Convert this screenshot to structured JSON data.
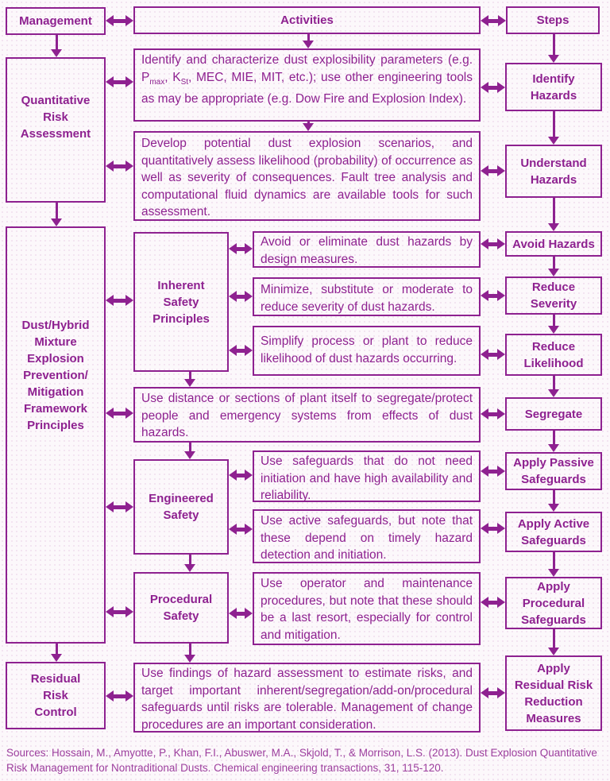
{
  "colors": {
    "purple": "#8e2190",
    "footer": "#9d3f9e",
    "bg": "#fcf8fb",
    "dot": "#f0ddee"
  },
  "top": {
    "management": "Management",
    "activities": "Activities",
    "steps": "Steps"
  },
  "left_column": {
    "qra": "Quantitative\nRisk\nAssessment",
    "framework": "Dust/Hybrid\nMixture\nExplosion\nPrevention/\nMitigation\nFramework\nPrinciples",
    "residual": "Residual\nRisk\nControl"
  },
  "categories": {
    "inherent": "Inherent\nSafety\nPrinciples",
    "engineered": "Engineered\nSafety",
    "procedural": "Procedural\nSafety"
  },
  "activities": {
    "identify": {
      "seg1": "Identify and characterize dust explosibility parameters (e.g. P",
      "sub1": "max",
      "seg2": ", K",
      "sub2": "St",
      "seg3": ", MEC, MIE, MIT, etc.); use other engineering tools as may be appropriate (e.g. Dow Fire and Explosion Index)."
    },
    "scenarios": "Develop potential dust explosion scenarios, and quantitatively assess likelihood (probability) of occurrence as well as severity of consequences. Fault tree analysis and computational fluid dynamics are available tools for such assessment.",
    "avoid": "Avoid or eliminate dust hazards by design measures.",
    "minimize": "Minimize, substitute or moderate to reduce severity of dust hazards.",
    "simplify": "Simplify process or plant to reduce likelihood of dust hazards occurring.",
    "segregate": "Use distance or sections of plant itself to segregate/protect people and emergency systems from effects of dust hazards.",
    "passive": "Use safeguards that do not need initiation and have high availability and reliability.",
    "active": "Use active safeguards, but note that these depend on timely hazard detection and initiation.",
    "procedural": "Use operator and maintenance procedures, but note that these should be a last resort, especially for control and mitigation.",
    "residual": "Use findings of hazard assessment to estimate risks, and target important inherent/segregation/add-on/procedural safeguards until risks are tolerable. Management of change procedures are an important consideration."
  },
  "steps": {
    "identify": "Identify\nHazards",
    "understand": "Understand\nHazards",
    "avoid": "Avoid Hazards",
    "reduce_severity": "Reduce\nSeverity",
    "reduce_likelihood": "Reduce\nLikelihood",
    "segregate": "Segregate",
    "passive": "Apply Passive\nSafeguards",
    "active": "Apply Active\nSafeguards",
    "procedural": "Apply\nProcedural\nSafeguards",
    "residual": "Apply\nResidual Risk\nReduction\nMeasures"
  },
  "footer": {
    "sources": "Sources: Hossain, M., Amyotte, P., Khan, F.I., Abuswer, M.A., Skjold, T., & Morrison, L.S. (2013). Dust Explosion Quantitative Risk Management for Nontraditional Dusts. Chemical engineering transactions, 31, 115-120."
  }
}
